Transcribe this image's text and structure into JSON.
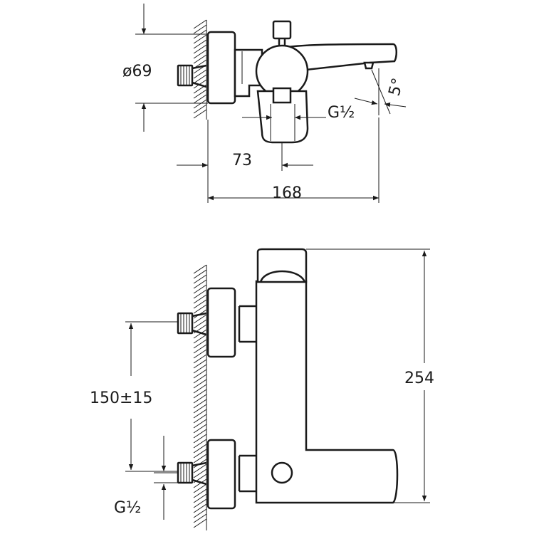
{
  "top_view": {
    "diameter_label": "ø69",
    "thread_label": "G½",
    "angle_label": "5°",
    "width_73_label": "73",
    "width_168_label": "168"
  },
  "front_view": {
    "spacing_label": "150±15",
    "height_label": "254",
    "thread_label": "G½"
  }
}
